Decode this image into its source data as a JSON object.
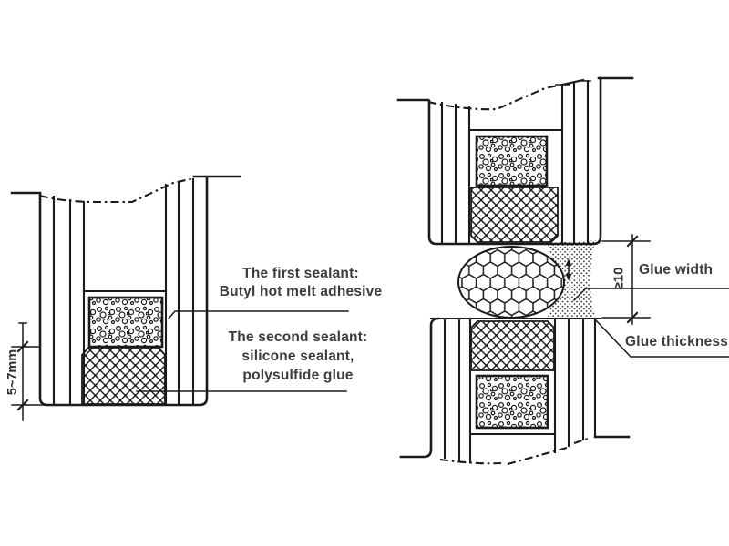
{
  "page": {
    "colors": {
      "background": "#ffffff",
      "line": "#1b1b1b",
      "text": "#3c3c3c"
    }
  },
  "left_diagram": {
    "description": "insulating-glass-unit-edge-cross-section",
    "labels": {
      "first_sealant": {
        "line1": "The first sealant:",
        "line2": "Butyl hot melt adhesive"
      },
      "second_sealant": {
        "line1": "The second sealant:",
        "line2": "silicone sealant,",
        "line3": "polysulfide glue"
      }
    },
    "dimensions": {
      "sealant_depth": "5~7mm"
    }
  },
  "right_diagram": {
    "description": "structural-glazing-butt-joint-cross-section",
    "labels": {
      "glue_width": "Glue width",
      "glue_thickness": "Glue thickness"
    },
    "dimensions": {
      "joint_width": "≥10"
    }
  }
}
